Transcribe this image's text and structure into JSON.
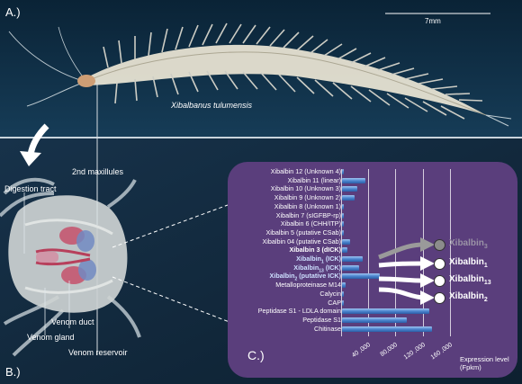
{
  "figure": {
    "panel_a_label": "A.)",
    "panel_b_label": "B.)",
    "panel_c_label": "C.)",
    "species_name": "Xibalbanus tulumensis",
    "scale_bar_label": "7mm",
    "anatomy_labels": {
      "maxillules": "2nd maxillules",
      "digestion_tract": "Digestion tract",
      "venom_duct": "Venom duct",
      "venom_gland": "Venom gland",
      "venom_reservoir": "Venom reservoir"
    },
    "colors": {
      "background_top": "#0b2a40",
      "chart_panel": "#5a3e7c",
      "bar": "#4d86cf",
      "highlight_label": "#cde0ff"
    }
  },
  "chart_data": {
    "type": "bar",
    "orientation": "horizontal",
    "categories": [
      "Xibalbin 12 (Unknown 4)",
      "Xibalbin 11 (linear)",
      "Xibalbin 10 (Unknown 3)",
      "Xibalbin 9 (Unknown 2)",
      "Xibalbin 8 (Unknown 1)",
      "Xibalbin 7 (sIGFBP-rp)",
      "Xibalbin 6 (CHH/ITP)",
      "Xibalbin 5 (putative CSab)",
      "Xibalbin 04 (putative CSab)",
      "Xibalbin 3 (dICK)",
      "Xibalbin1 (ICK)",
      "Xibalbin13 (ICK)",
      "Xibalbin2 (putative ICK)",
      "Metalloproteinase M14",
      "Calycin",
      "CAP",
      "Peptidase S1 - LDLA domain",
      "Peptidase S1",
      "Chitinase"
    ],
    "values": [
      2000,
      35000,
      22000,
      18000,
      2000,
      1500,
      1500,
      2000,
      12000,
      8000,
      30000,
      25000,
      55000,
      5000,
      1500,
      2500,
      128000,
      95000,
      133000
    ],
    "xlabel": "Expression level (Fpkm)",
    "xticks": [
      "40 ,000",
      "80,000",
      "120 ,000",
      "160 ,000"
    ],
    "xtick_values": [
      40000,
      80000,
      120000,
      160000
    ],
    "xlim": [
      0,
      180000
    ],
    "outputs": [
      {
        "base": "Xibalbin",
        "sub": "3",
        "style": "grey"
      },
      {
        "base": "Xibalbin",
        "sub": "1",
        "style": "white"
      },
      {
        "base": "Xibalbin",
        "sub": "13",
        "style": "white"
      },
      {
        "base": "Xibalbin",
        "sub": "2",
        "style": "white"
      }
    ]
  }
}
